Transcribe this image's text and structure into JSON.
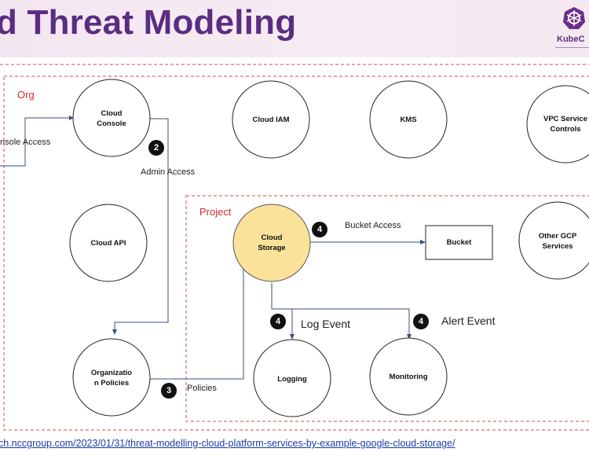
{
  "header": {
    "title": "d Threat Modeling",
    "brand": "KubeC"
  },
  "zones": {
    "org": "Org",
    "project": "Project"
  },
  "nodes": {
    "cloud_console": [
      "Cloud",
      "Console"
    ],
    "cloud_iam": "Cloud IAM",
    "kms": "KMS",
    "vpc": [
      "VPC Service",
      "Controls"
    ],
    "cloud_api": "Cloud API",
    "cloud_storage": [
      "Cloud",
      "Storage"
    ],
    "bucket": "Bucket",
    "other_gcp": [
      "Other GCP",
      "Services"
    ],
    "org_policies": [
      "Organizatio",
      "n Policies"
    ],
    "logging": "Logging",
    "monitoring": "Monitoring"
  },
  "edges": {
    "console_access": "nsole Access",
    "admin_access": "Admin Access",
    "bucket_access": "Bucket Access",
    "log_event": "Log Event",
    "alert_event": "Alert Event",
    "policies": "Policies"
  },
  "badges": {
    "admin": "2",
    "policies": "3",
    "bucket": "4",
    "log": "4",
    "alert": "4"
  },
  "footer": {
    "link": "ch.nccgroup.com/2023/01/31/threat-modelling-cloud-platform-services-by-example-google-cloud-storage/"
  },
  "colors": {
    "title": "#5a2d82",
    "zone_border": "#d84a4a",
    "zone_label": "#d02b2b",
    "storage_fill": "#fbe29a",
    "link": "#1a3ea8"
  }
}
